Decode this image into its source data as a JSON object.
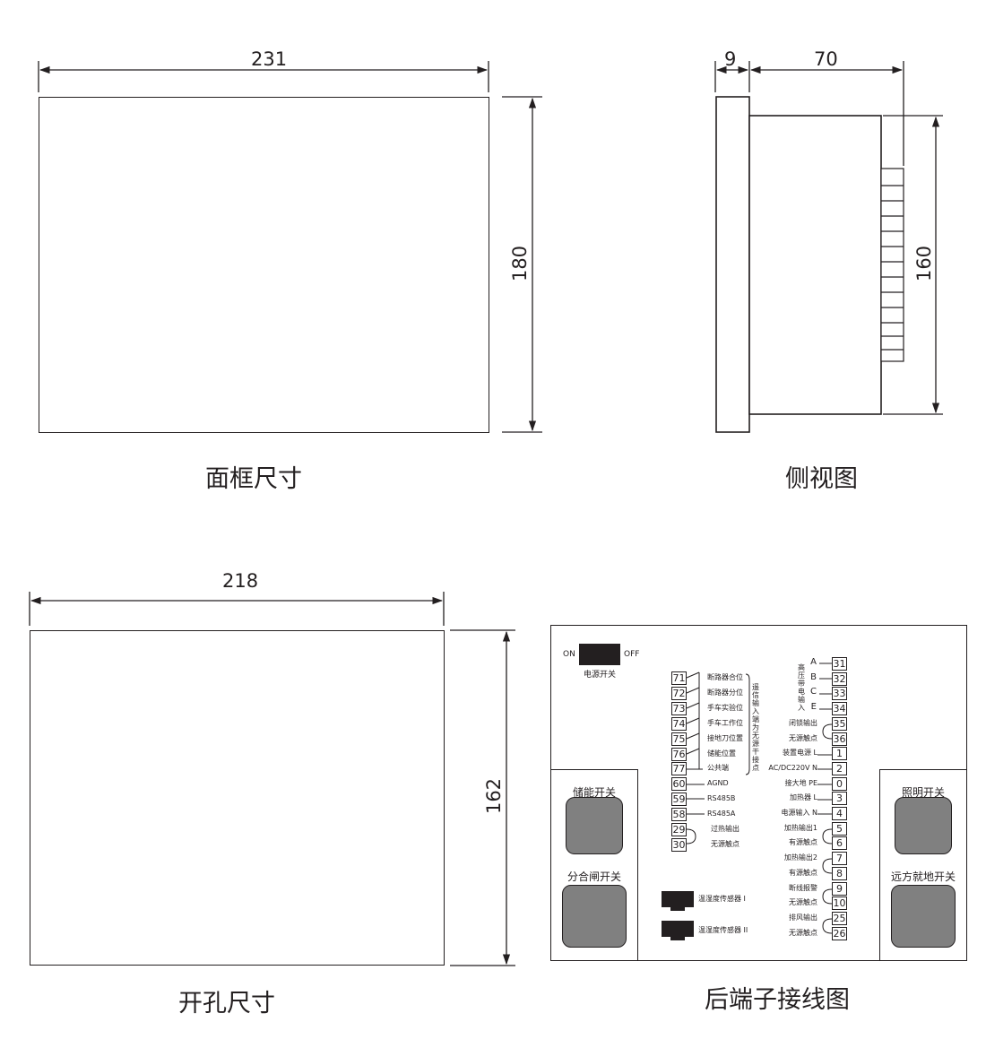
{
  "front_frame": {
    "caption": "面框尺寸",
    "width_dim": "231",
    "height_dim": "180"
  },
  "side_view": {
    "caption": "侧视图",
    "front_depth_dim": "9",
    "body_depth_dim": "70",
    "body_height_dim": "160"
  },
  "cutout": {
    "caption": "开孔尺寸",
    "width_dim": "218",
    "height_dim": "162"
  },
  "rear_terminal": {
    "caption": "后端子接线图",
    "power_switch": {
      "on": "ON",
      "off": "OFF",
      "label": "电源开关"
    },
    "left_panel": {
      "top_label": "储能开关",
      "bottom_label": "分合闸开关"
    },
    "right_panel": {
      "top_label": "照明开关",
      "bottom_label": "远方就地开关"
    },
    "left_terminals": [
      {
        "num": "71",
        "label": "断路器合位"
      },
      {
        "num": "72",
        "label": "断路器分位"
      },
      {
        "num": "73",
        "label": "手车实验位"
      },
      {
        "num": "74",
        "label": "手车工作位"
      },
      {
        "num": "75",
        "label": "接地刀位置"
      },
      {
        "num": "76",
        "label": "储能位置"
      },
      {
        "num": "77",
        "label": "公共端"
      },
      {
        "num": "60",
        "label": "AGND"
      },
      {
        "num": "59",
        "label": "RS485B"
      },
      {
        "num": "58",
        "label": "RS485A"
      },
      {
        "num": "29",
        "label": "过热输出"
      },
      {
        "num": "30",
        "label": "无源触点"
      }
    ],
    "signal_group_label": "遥信输入端为无源干接点",
    "sensors": [
      "温湿度传感器 I",
      "温湿度传感器 II"
    ],
    "right_terminals": [
      {
        "num": "31",
        "label": "A"
      },
      {
        "num": "32",
        "label": "B"
      },
      {
        "num": "33",
        "label": "C"
      },
      {
        "num": "34",
        "label": "E"
      },
      {
        "num": "35",
        "label": "闭锁输出"
      },
      {
        "num": "36",
        "label": "无源触点"
      },
      {
        "num": "1",
        "label": "装置电源 L"
      },
      {
        "num": "2",
        "label": "AC/DC220V N"
      },
      {
        "num": "0",
        "label": "接大地 PE"
      },
      {
        "num": "3",
        "label": "加热器 L"
      },
      {
        "num": "4",
        "label": "电源输入 N"
      },
      {
        "num": "5",
        "label": "加热输出1"
      },
      {
        "num": "6",
        "label": "有源触点"
      },
      {
        "num": "7",
        "label": "加热输出2"
      },
      {
        "num": "8",
        "label": "有源触点"
      },
      {
        "num": "9",
        "label": "断线报警"
      },
      {
        "num": "10",
        "label": "无源触点"
      },
      {
        "num": "25",
        "label": "排风输出"
      },
      {
        "num": "26",
        "label": "无源触点"
      }
    ],
    "hv_label": "高压带电输入"
  }
}
